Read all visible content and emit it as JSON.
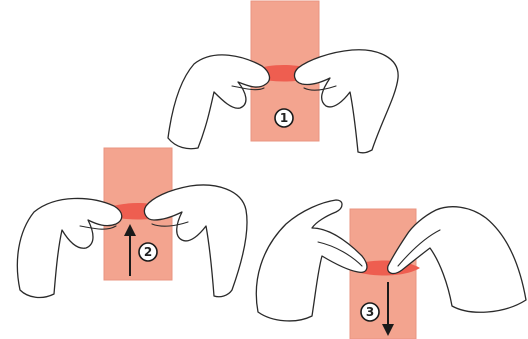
{
  "colors": {
    "strip": "#f3a48f",
    "strip_stroke": "#e99480",
    "fold": "#ee5e50",
    "hand_fill": "#ffffff",
    "hand_stroke": "#2a2a2a",
    "arrow": "#1a1a1a",
    "badge_fill": "#ffffff",
    "badge_stroke": "#1a1a1a"
  },
  "steps": [
    {
      "number": "1",
      "arrow": "none"
    },
    {
      "number": "2",
      "arrow": "up"
    },
    {
      "number": "3",
      "arrow": "down"
    }
  ]
}
